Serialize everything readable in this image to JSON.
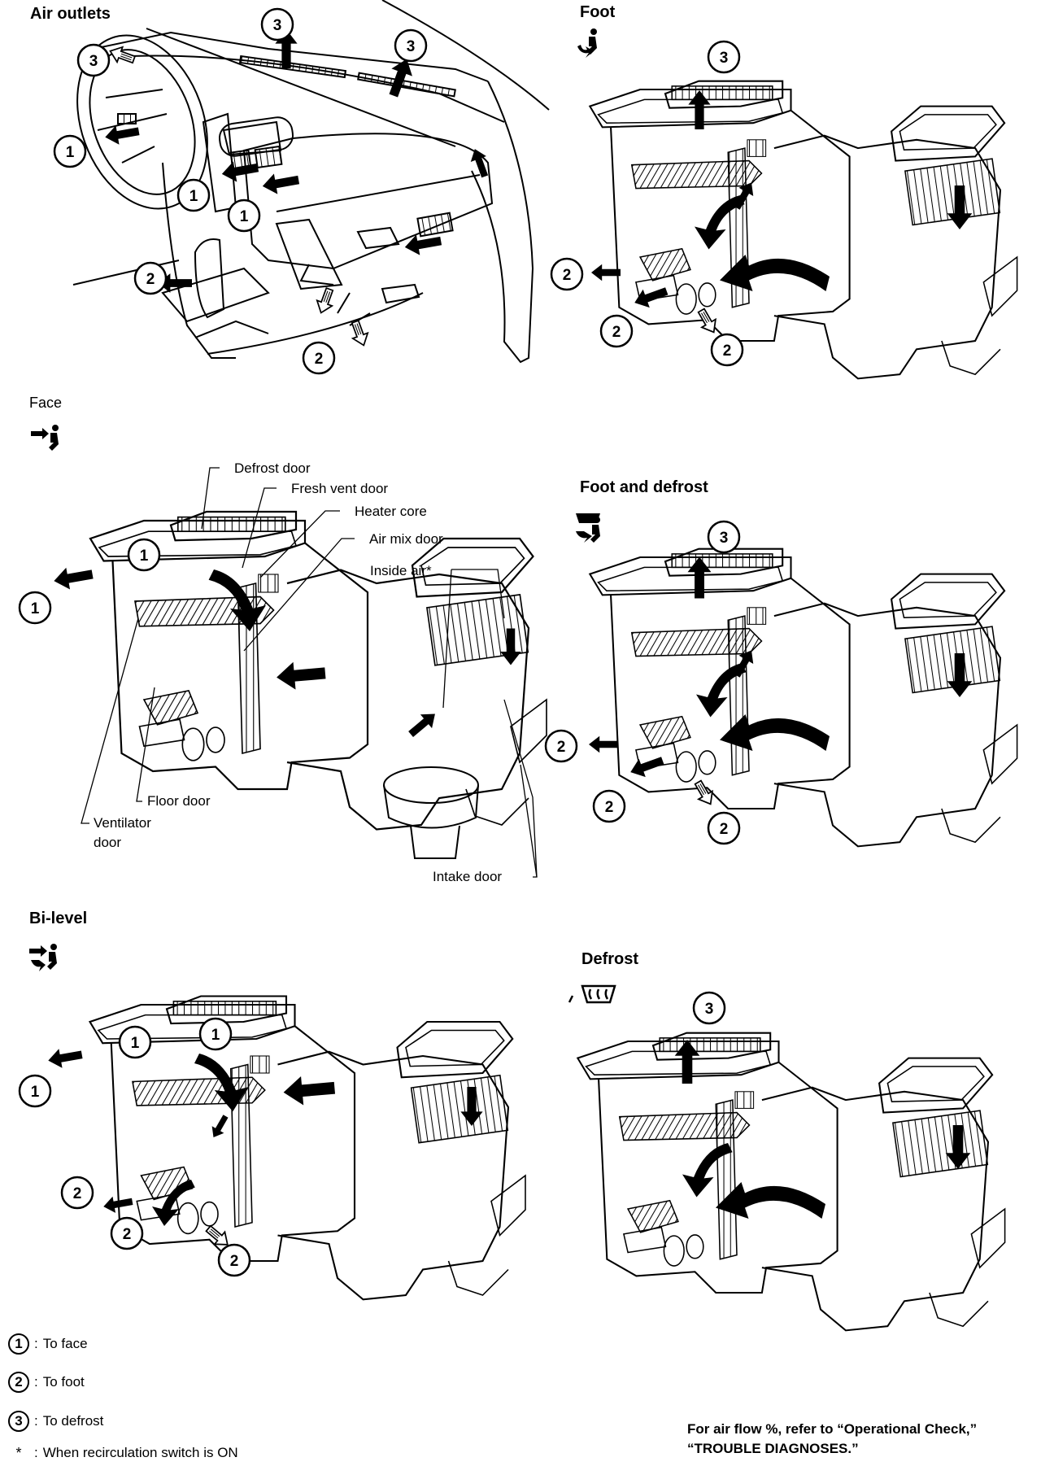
{
  "sections": {
    "air_outlets": "Air outlets",
    "foot": "Foot",
    "face": "Face",
    "foot_and_defrost": "Foot and defrost",
    "bi_level": "Bi-level",
    "defrost": "Defrost"
  },
  "callouts": {
    "defrost_door": "Defrost door",
    "fresh_vent_door": "Fresh vent door",
    "heater_core": "Heater core",
    "air_mix_door": "Air mix door",
    "inside_air": "Inside air*",
    "floor_door": "Floor door",
    "ventilator_door_1": "Ventilator",
    "ventilator_door_2": "door",
    "intake_door": "Intake door"
  },
  "legend": [
    {
      "badge": "1",
      "sep": ":",
      "text": "To face"
    },
    {
      "badge": "2",
      "sep": ":",
      "text": "To foot"
    },
    {
      "badge": "3",
      "sep": ":",
      "text": "To defrost"
    },
    {
      "badge": "*",
      "sep": ":",
      "text": "When recirculation switch is ON"
    }
  ],
  "note": {
    "line1": "For air flow %, refer to “Operational Check,”",
    "line2": "“TROUBLE DIAGNOSES.”"
  },
  "colors": {
    "ink": "#000000",
    "paper": "#ffffff"
  },
  "icons": [
    "foot-mode-icon",
    "face-mode-icon",
    "foot-defrost-mode-icon",
    "bi-level-mode-icon",
    "defrost-mode-icon"
  ]
}
